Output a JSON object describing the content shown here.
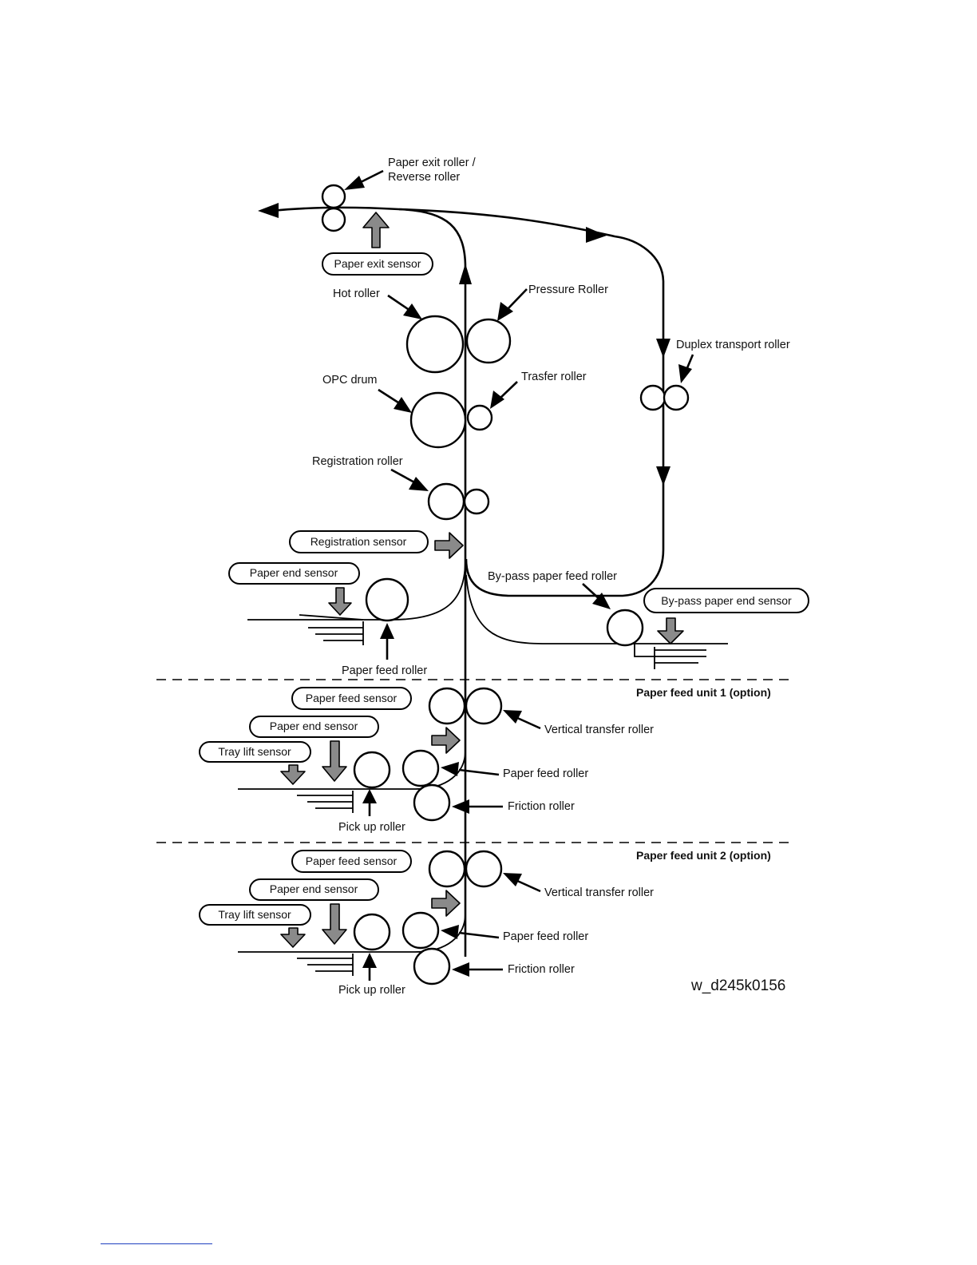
{
  "figure_code": "w_d245k0156",
  "units": {
    "unit1": "Paper feed unit 1 (option)",
    "unit2": "Paper feed unit 2 (option)"
  },
  "sensors": {
    "paper_exit": "Paper exit sensor",
    "registration": "Registration sensor",
    "paper_end_main": "Paper end sensor",
    "bypass_paper_end": "By-pass paper end sensor",
    "u1_paper_feed": "Paper feed sensor",
    "u1_paper_end": "Paper end sensor",
    "u1_tray_lift": "Tray lift sensor",
    "u2_paper_feed": "Paper feed sensor",
    "u2_paper_end": "Paper end sensor",
    "u2_tray_lift": "Tray lift sensor"
  },
  "labels": {
    "paper_exit_line1": "Paper exit roller /",
    "paper_exit_line2": "Reverse roller",
    "hot_roller": "Hot roller",
    "pressure_roller": "Pressure Roller",
    "opc_drum": "OPC drum",
    "transfer_roller": "Trasfer roller",
    "duplex_transport": "Duplex transport roller",
    "registration_roller": "Registration roller",
    "bypass_feed_roller": "By-pass paper feed roller",
    "paper_feed_roller_main": "Paper feed roller",
    "u1_vertical_transfer": "Vertical transfer roller",
    "u1_paper_feed_roller": "Paper feed roller",
    "u1_friction_roller": "Friction roller",
    "u1_pick_up": "Pick up roller",
    "u2_vertical_transfer": "Vertical transfer roller",
    "u2_paper_feed_roller": "Paper feed roller",
    "u2_friction_roller": "Friction roller",
    "u2_pick_up": "Pick up roller"
  }
}
